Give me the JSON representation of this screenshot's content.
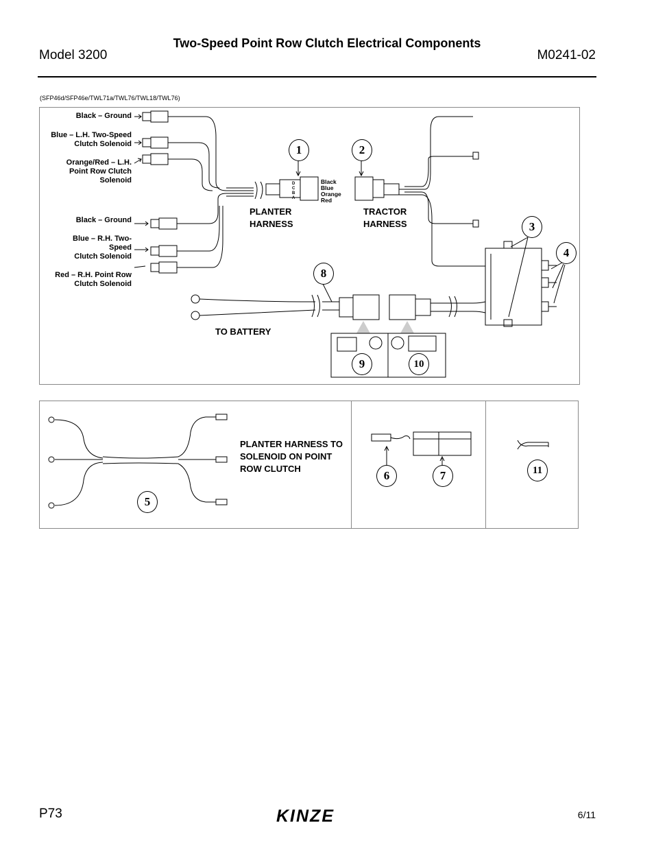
{
  "header": {
    "title": "Two-Speed Point Row Clutch Electrical Components",
    "model": "Model 3200",
    "doc_number": "M0241-02"
  },
  "figure1": {
    "parts_ref": "(SFP46d/SFP46e/TWL71a/TWL76/TWL18/TWL76)",
    "left_labels": [
      "Black – Ground",
      "Blue – L.H. Two-Speed\nClutch Solenoid",
      "Orange/Red – L.H.\nPoint Row Clutch\nSolenoid",
      "Black – Ground",
      "Blue – R.H. Two-\nSpeed\nClutch Solenoid",
      "Red – R.H. Point Row\nClutch Solenoid"
    ],
    "wire_colors": [
      "Black",
      "Blue",
      "Orange",
      "Red"
    ],
    "planter_harness": "PLANTER\nHARNESS",
    "tractor_harness": "TRACTOR\nHARNESS",
    "to_battery": "TO BATTERY",
    "pin_letters": [
      "D",
      "C",
      "B",
      "A"
    ],
    "callouts": [
      "1",
      "2",
      "3",
      "4",
      "8",
      "9",
      "10"
    ]
  },
  "figure2": {
    "harness_text": "PLANTER HARNESS TO\nSOLENOID ON POINT\nROW CLUTCH",
    "callouts": [
      "5",
      "6",
      "7",
      "11"
    ]
  },
  "footer": {
    "page": "P73",
    "logo": "KINZE",
    "date": "6/11"
  }
}
